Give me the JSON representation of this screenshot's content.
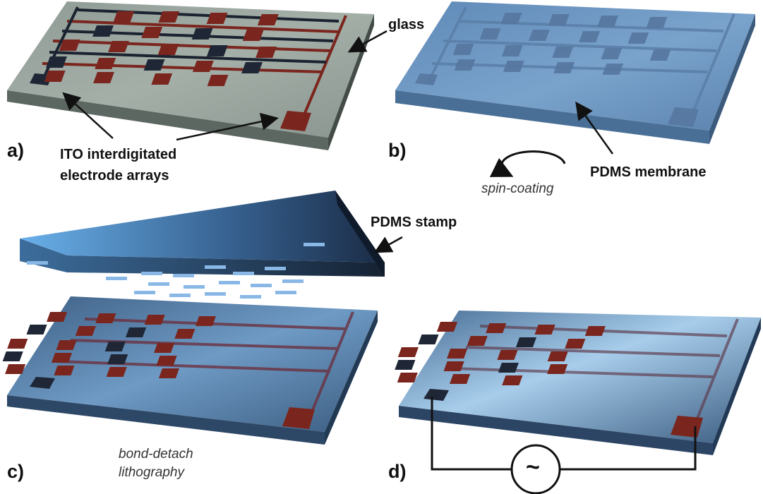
{
  "panels": {
    "a": {
      "letter": "a)",
      "glass": "glass",
      "electrodes_line1": "ITO interdigitated",
      "electrodes_line2": "electrode arrays"
    },
    "b": {
      "letter": "b)",
      "spin": "spin-coating",
      "membrane": "PDMS membrane"
    },
    "c": {
      "letter": "c)",
      "stamp": "PDMS stamp",
      "litho_line1": "bond-detach",
      "litho_line2": "lithography"
    },
    "d": {
      "letter": "d)",
      "ac_symbol": "~"
    }
  },
  "colors": {
    "glass_top": "#9aa79f",
    "glass_side": "#5c6660",
    "pdms_top": "#6f99c4",
    "pdms_side": "#4a6f96",
    "electrode_red": "#7a261e",
    "electrode_dark": "#1f2736",
    "stamp_top": "#5f9fd8",
    "stamp_side": "#0f1a2a",
    "ink": "#111111"
  }
}
